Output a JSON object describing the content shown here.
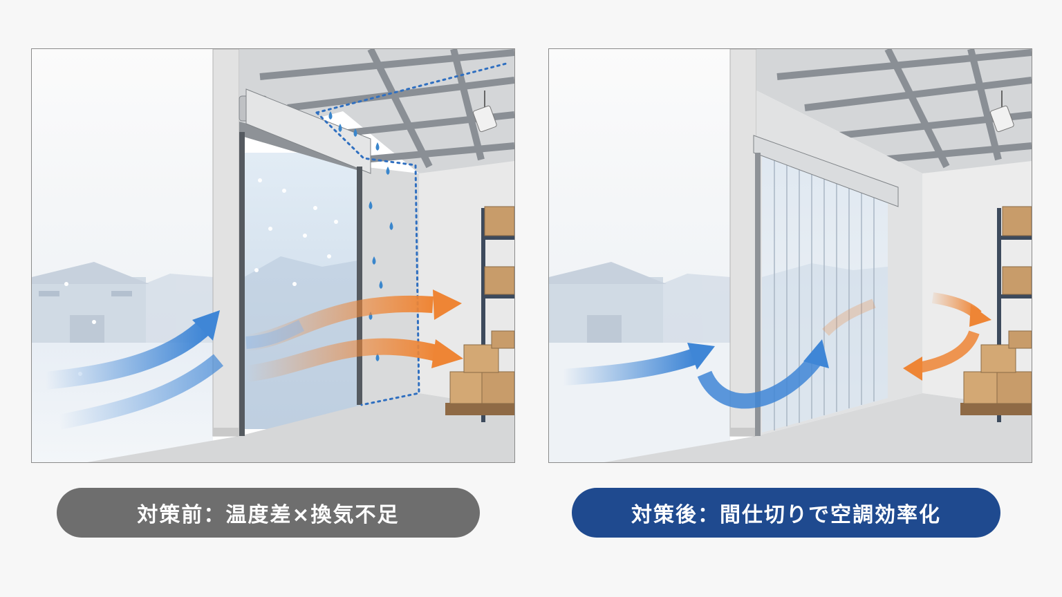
{
  "captions": {
    "before": "対策前：温度差×換気不足",
    "after": "対策後：間仕切りで空調効率化"
  },
  "colors": {
    "before_caption_bg": "#6e6e6e",
    "after_caption_bg": "#1f4a8f",
    "cold_air_arrow": "#3f86d6",
    "warm_air_arrow": "#ee8535",
    "condensation_drops": "#3a86cc"
  },
  "icons": {
    "cold_air": "blue-airflow-arrow",
    "warm_air": "orange-airflow-arrow",
    "condensation": "water-droplet",
    "door": "roll-up-shutter",
    "curtain": "strip-curtain"
  }
}
